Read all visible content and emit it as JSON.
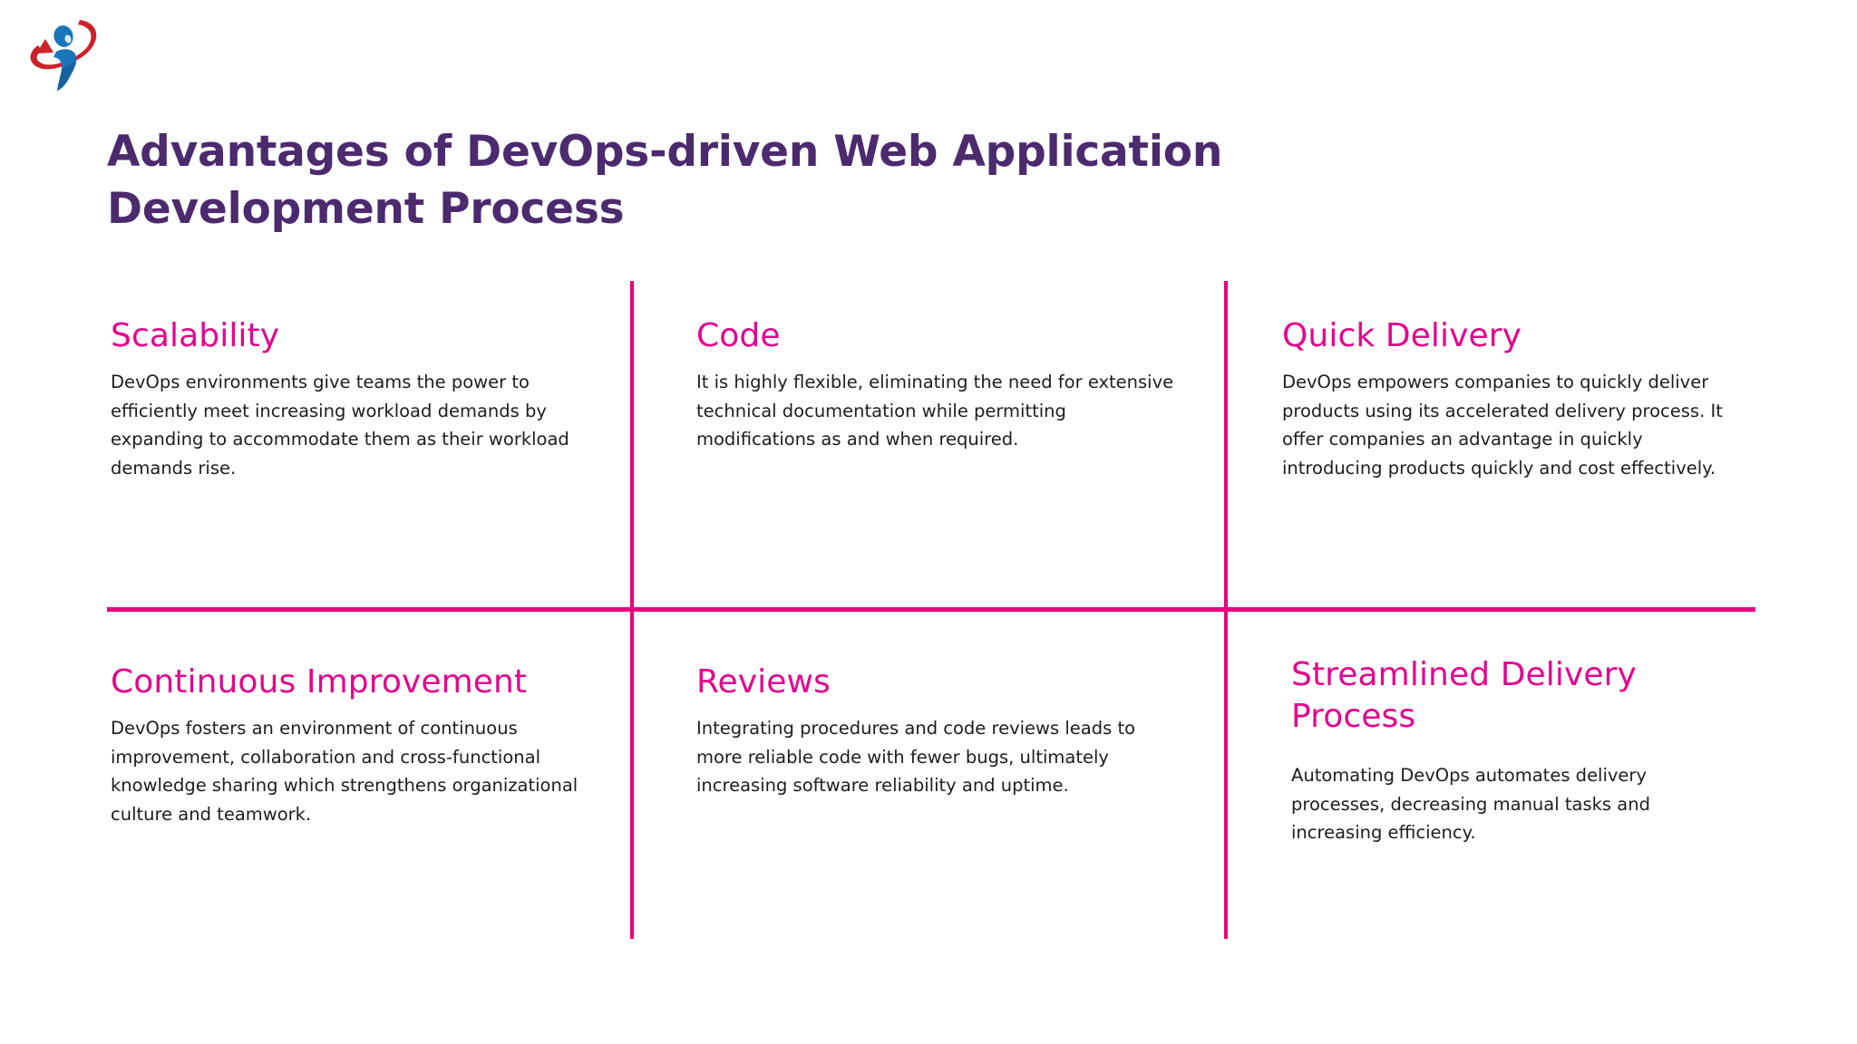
{
  "slide": {
    "background_color": "#FFFFFF",
    "accent_color": "#E3058E",
    "title_color": "#4B2A6E",
    "body_color": "#1D1D1D"
  },
  "logo": {
    "name": "company-logo",
    "figure_color": "#1B75BB",
    "swoosh_color": "#CE2027"
  },
  "header": {
    "title_line_1": "Advantages of DevOps-driven Web Application",
    "title_line_2": "Development Process"
  },
  "cards": [
    {
      "id": "scalability",
      "title": "Scalability",
      "body": "DevOps environments give teams the power to efficiently meet increasing workload demands by expanding to accommodate them as their workload demands rise."
    },
    {
      "id": "code",
      "title": "Code",
      "body": "It is highly flexible, eliminating the need for extensive technical documentation while permitting modifications as and when required."
    },
    {
      "id": "quick-delivery",
      "title": "Quick Delivery",
      "body": "DevOps empowers companies to quickly deliver products using its accelerated delivery process. It offer companies an advantage in quickly introducing products quickly and cost effectively."
    },
    {
      "id": "continuous-improvement",
      "title": "Continuous Improvement",
      "body": "DevOps fosters an environment of continuous improvement, collaboration and cross-functional knowledge sharing which strengthens organizational culture and teamwork."
    },
    {
      "id": "reviews",
      "title": "Reviews",
      "body": "Integrating procedures and code reviews leads to more reliable code with fewer bugs, ultimately increasing software reliability and uptime."
    },
    {
      "id": "streamlined-delivery-process",
      "title": "Streamlined Delivery Process",
      "body": "Automating DevOps automates delivery processes, decreasing manual tasks and increasing efficiency."
    }
  ]
}
